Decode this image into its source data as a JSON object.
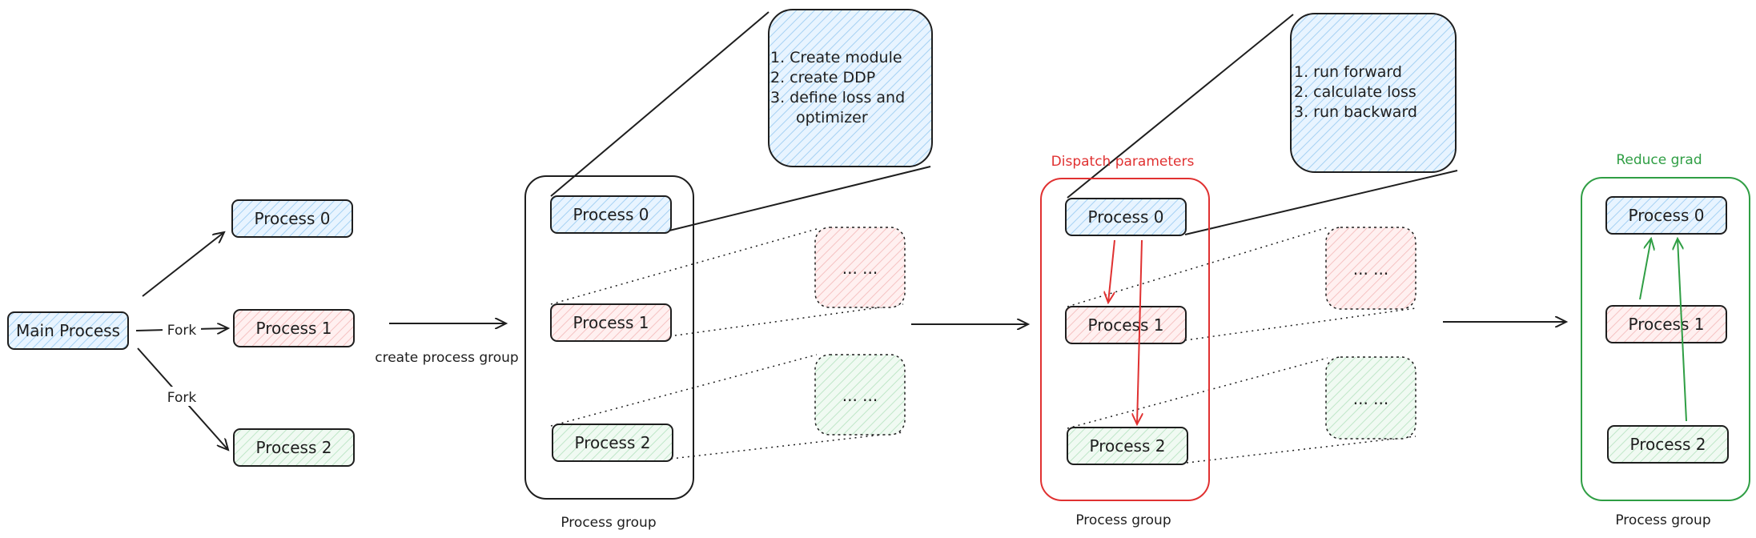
{
  "colors": {
    "stroke": "#1e1e1e",
    "blue_fill": "#dbeeff",
    "red_fill": "#fde4e4",
    "green_fill": "#e3f5e6",
    "dispatch": "#e03131",
    "reduce": "#2f9e44"
  },
  "stage1": {
    "main": "Main Process",
    "p0": "Process 0",
    "p1": "Process 1",
    "p2": "Process 2",
    "fork1": "Fork",
    "fork2": "Fork",
    "arrow_label": "create process group"
  },
  "stage2": {
    "p0": "Process 0",
    "p1": "Process 1",
    "p2": "Process 2",
    "group_label": "Process group",
    "note": [
      "1. Create module",
      "2. create DDP",
      "3. define loss and",
      "optimizer"
    ],
    "ellipsis1": "... ...",
    "ellipsis2": "... ..."
  },
  "stage3": {
    "title": "Dispatch parameters",
    "p0": "Process 0",
    "p1": "Process 1",
    "p2": "Process 2",
    "group_label": "Process group",
    "note": [
      "1. run forward",
      "2. calculate loss",
      "3. run backward"
    ],
    "ellipsis1": "... ...",
    "ellipsis2": "... ..."
  },
  "stage4": {
    "title": "Reduce grad",
    "p0": "Process 0",
    "p1": "Process 1",
    "p2": "Process 2",
    "group_label": "Process group"
  }
}
